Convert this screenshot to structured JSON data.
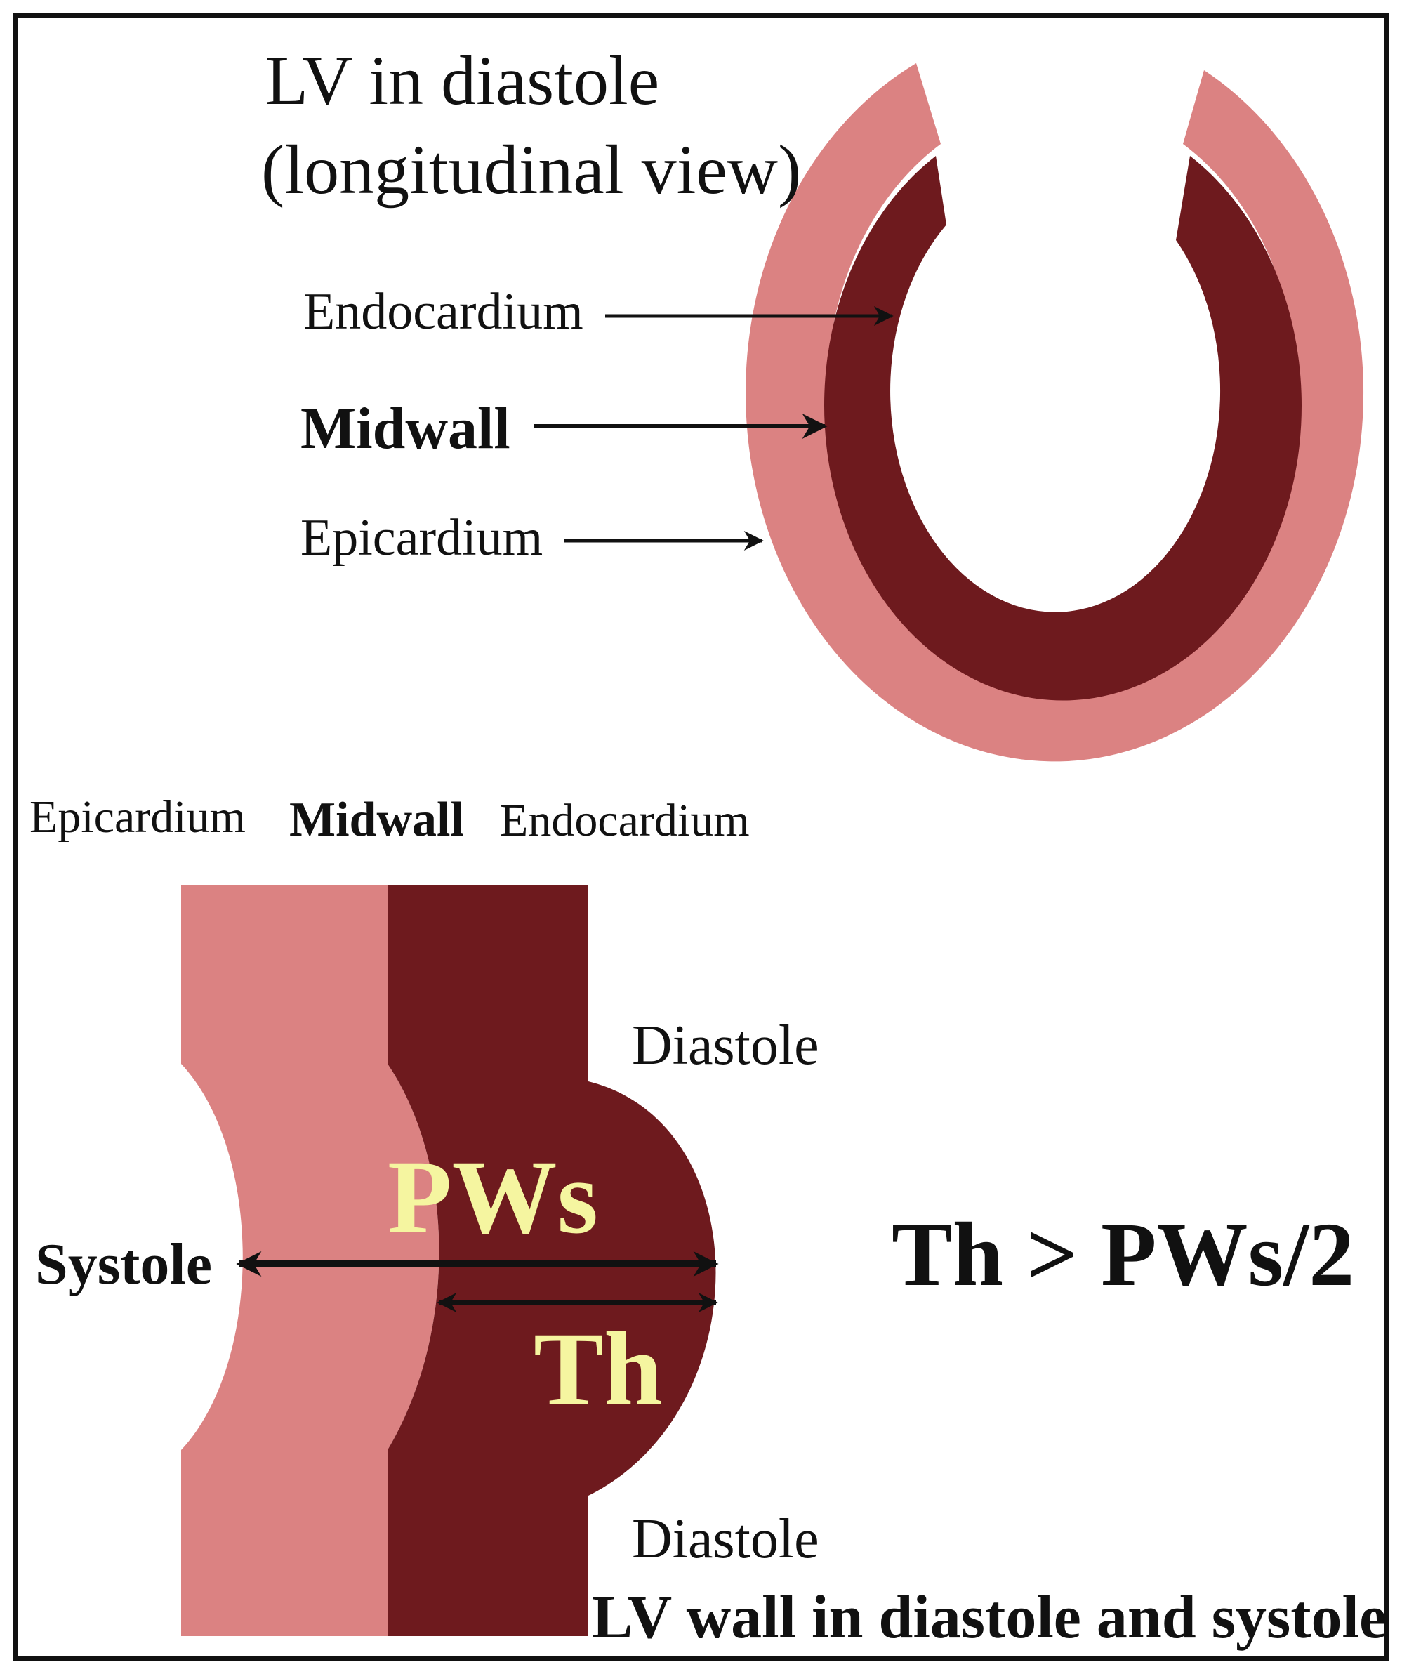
{
  "top_panel": {
    "title_line1": "LV in diastole",
    "title_line2": "(longitudinal view)",
    "labels": {
      "endocardium": "Endocardium",
      "midwall": "Midwall",
      "epicardium": "Epicardium"
    }
  },
  "bottom_panel": {
    "header": {
      "epicardium": "Epicardium",
      "midwall": "Midwall",
      "endocardium": "Endocardium"
    },
    "diastole_top": "Diastole",
    "diastole_bottom": "Diastole",
    "systole": "Systole",
    "pws": "PWs",
    "th": "Th",
    "formula": "Th > PWs/2",
    "caption": "LV wall in diastole and systole"
  },
  "colors": {
    "outer_layer": "#DB8282",
    "inner_layer": "#6E1A1E",
    "highlight_text": "#F5F5A0",
    "ink": "#111111"
  }
}
